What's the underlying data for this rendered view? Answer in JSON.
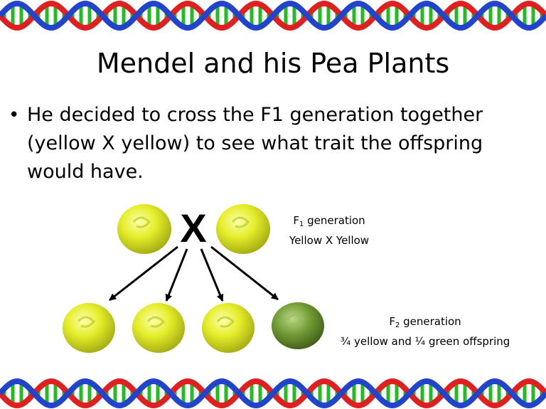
{
  "slide": {
    "title": "Mendel and his Pea Plants",
    "bullet": "He decided to cross the F1 generation together (yellow X yellow) to see what trait the offspring would have."
  },
  "diagram": {
    "cross_symbol": "X",
    "f1": {
      "label_prefix": "F",
      "label_sub": "1",
      "label_suffix": " generation",
      "description": "Yellow X Yellow"
    },
    "f2": {
      "label_prefix": "F",
      "label_sub": "2",
      "label_suffix": " generation",
      "description": "¾ yellow and ¼ green offspring"
    },
    "colors": {
      "yellow_pea": "#e6ee2a",
      "green_pea": "#6f9a33",
      "dna_red": "#e02020",
      "dna_blue": "#2244cc",
      "dna_green": "#22bb22"
    }
  }
}
